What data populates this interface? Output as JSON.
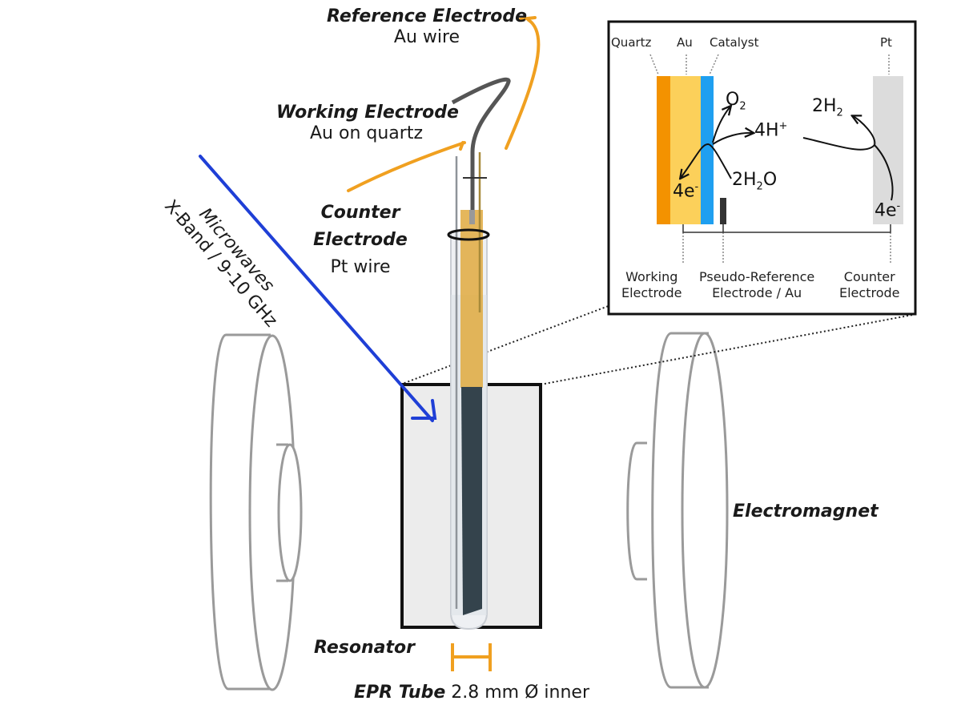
{
  "labels": {
    "reference_electrode": {
      "title": "Reference Electrode",
      "subtitle": "Au wire"
    },
    "working_electrode": {
      "title": "Working Electrode",
      "subtitle": "Au on quartz"
    },
    "counter_electrode": {
      "title_line1": "Counter",
      "title_line2": "Electrode",
      "subtitle": "Pt wire"
    },
    "microwaves": {
      "line1": "Microwaves",
      "line2": "X-Band / 9-10 GHz"
    },
    "electromagnet": "Electromagnet",
    "resonator": "Resonator",
    "epr_tube": {
      "title": "EPR Tube",
      "detail": "2.8 mm Ø inner"
    }
  },
  "inset": {
    "layers": [
      "Quartz",
      "Au",
      "Catalyst",
      "Pt"
    ],
    "species": {
      "o2": "O",
      "o2_sub": "2",
      "h_plus": "4H",
      "h_plus_sup": "+",
      "water_pre": "2H",
      "water_sub": "2",
      "water_post": "O",
      "h2_pre": "2H",
      "h2_sub": "2",
      "electrons_left": "4e",
      "electrons_left_sup": "-",
      "electrons_right": "4e",
      "electrons_right_sup": "-"
    },
    "bottom_labels": [
      {
        "line1": "Working",
        "line2": "Electrode"
      },
      {
        "line1": "Pseudo-Reference",
        "line2": "Electrode / Au"
      },
      {
        "line1": "Counter",
        "line2": "Electrode"
      }
    ]
  },
  "colors": {
    "quartz": "#f39200",
    "au": "#fcd05a",
    "catalyst": "#1f9ff0",
    "pt": "#dcdcdc",
    "microwave": "#1f3fd6",
    "lead_orange": "#f0a020",
    "magnet": "#9a9a9a",
    "resonator_fill": "#ececec"
  }
}
